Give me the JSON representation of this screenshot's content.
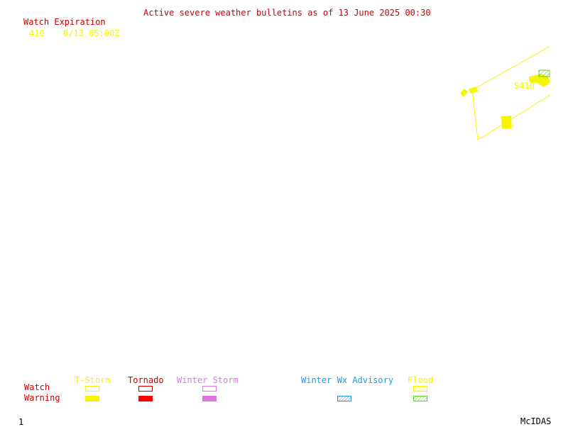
{
  "header": {
    "title": "Active severe weather bulletins as of 13 June 2025 00:30",
    "title_color": "#cc0000"
  },
  "watch_expiration": {
    "heading": "Watch Expiration",
    "heading_color": "#cc0000",
    "entries": [
      {
        "id": "410",
        "expires": "6/13 05:00Z",
        "color": "#f5f500"
      }
    ]
  },
  "map": {
    "watch_label": "S410",
    "watch_color": "#f5f500",
    "flood_color": "#66cc33"
  },
  "legend": {
    "row_labels": {
      "watch": "Watch",
      "warning": "Warning",
      "color": "#cc0000"
    },
    "columns": [
      {
        "key": "tstorm",
        "label": "T-Storm",
        "color": "#f5f500",
        "watch": "outline",
        "warning": "solid"
      },
      {
        "key": "tornado",
        "label": "Tornado",
        "color": "#ff0000",
        "watch": "outline",
        "warning": "solid"
      },
      {
        "key": "winter_storm",
        "label": "Winter Storm",
        "color": "#dd77dd",
        "watch": "outline",
        "warning": "solid"
      },
      {
        "key": "winter_wx_advisory",
        "label": "Winter Wx Advisory",
        "color": "#2299dd",
        "watch": "none",
        "warning": "hatched"
      },
      {
        "key": "flood",
        "label": "Flood",
        "color_watch": "#f5f500",
        "color": "#66cc33",
        "watch": "hatched",
        "warning": "hatched"
      }
    ]
  },
  "footer": {
    "frame_number": "1",
    "product": "McIDAS"
  }
}
